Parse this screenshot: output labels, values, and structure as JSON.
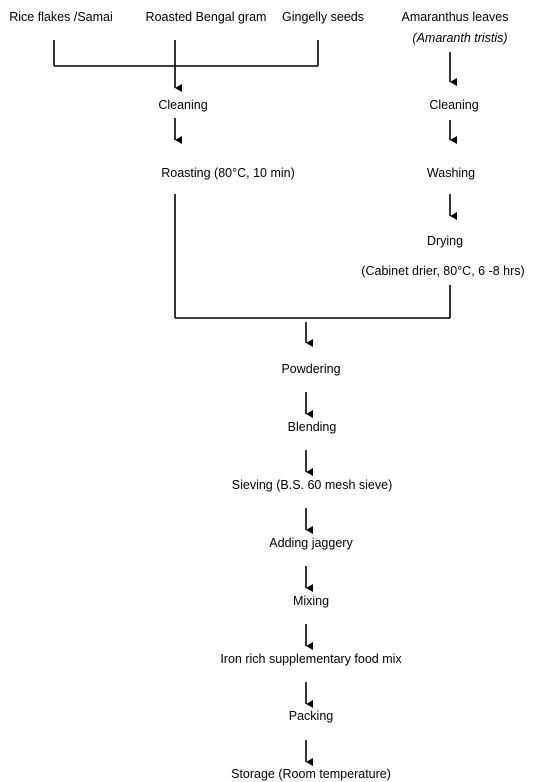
{
  "flowchart": {
    "inputs": {
      "rice_flakes": "Rice flakes /Samai",
      "bengal_gram": "Roasted Bengal gram",
      "gingelly_seeds": "Gingelly seeds",
      "amaranthus": "Amaranthus leaves",
      "amaranthus_species": "(Amaranth tristis)"
    },
    "left_branch": {
      "cleaning": "Cleaning",
      "roasting": "Roasting (80°C, 10 min)"
    },
    "right_branch": {
      "cleaning": "Cleaning",
      "washing": "Washing",
      "drying": "Drying",
      "drying_detail": "(Cabinet drier, 80°C, 6 -8 hrs)"
    },
    "main_steps": [
      "Powdering",
      "Blending",
      "Sieving (B.S. 60 mesh sieve)",
      "Adding jaggery",
      "Mixing",
      "Iron rich supplementary food mix",
      "Packing",
      "Storage (Room temperature)"
    ]
  }
}
